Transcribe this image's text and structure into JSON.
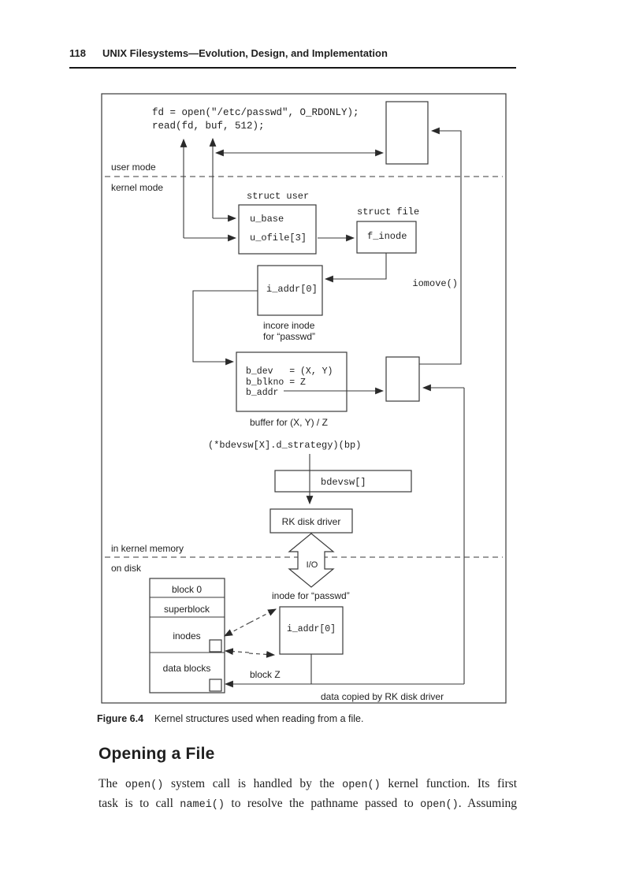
{
  "colors": {
    "ink": "#1f1f1f",
    "line": "#3a3a3a"
  },
  "header": {
    "page_number": "118",
    "title": "UNIX Filesystems—Evolution, Design, and Implementation"
  },
  "figure": {
    "code_line1": "fd = open(\"/etc/passwd\", O_RDONLY);",
    "code_line2": "read(fd, buf, 512);",
    "labels": {
      "user_mode": "user mode",
      "kernel_mode": "kernel mode",
      "struct_user": "struct user",
      "u_base": "u_base",
      "u_ofile": "u_ofile[3]",
      "struct_file": "struct file",
      "f_inode": "f_inode",
      "iomove": "iomove()",
      "i_addr_incore": "i_addr[0]",
      "incore_inode_line1": "incore inode",
      "incore_inode_line2": "for “passwd”",
      "b_dev": "b_dev   = (X, Y)",
      "b_blkno": "b_blkno = Z",
      "b_addr": "b_addr",
      "buffer_caption": "buffer for (X, Y) / Z",
      "strategy_call": "(*bdevsw[X].d_strategy)(bp)",
      "bdevsw": "bdevsw[]",
      "rk_disk_driver": "RK disk driver",
      "in_kernel_memory": "in kernel memory",
      "on_disk": "on disk",
      "io": "I/O",
      "block0": "block 0",
      "superblock": "superblock",
      "inodes": "inodes",
      "data_blocks": "data blocks",
      "inode_for_passwd": "inode for “passwd”",
      "i_addr_disk": "i_addr[0]",
      "block_z": "block Z",
      "data_copied": "data copied by RK disk driver"
    }
  },
  "caption": {
    "label": "Figure 6.4",
    "text": "Kernel structures used when reading from a file."
  },
  "section": {
    "heading": "Opening a File",
    "line1": {
      "s1": "The ",
      "m1": "open()",
      "s2": " system call is handled by the ",
      "m2": "open()",
      "s3": " kernel function. Its first"
    },
    "line2": {
      "s1": "task is to call ",
      "m1": "namei()",
      "s2": " to resolve the pathname passed to ",
      "m2": "open()",
      "s3": ". Assuming"
    }
  }
}
